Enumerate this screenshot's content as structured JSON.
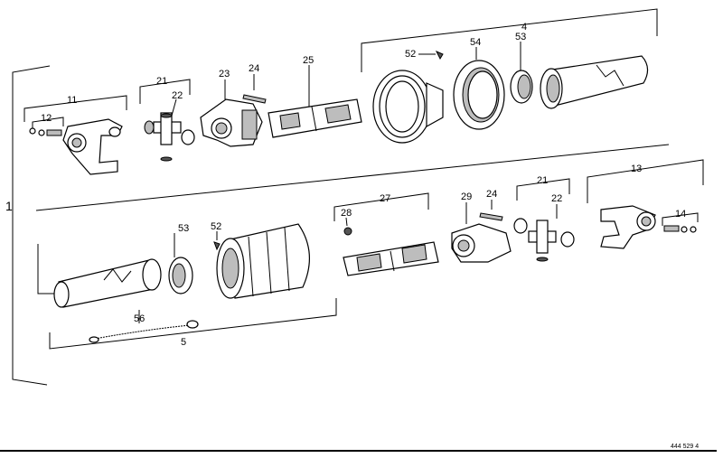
{
  "diagram": {
    "title_ref": "444 529 4",
    "callouts": {
      "c1": "1",
      "c4": "4",
      "c52a": "52",
      "c54": "54",
      "c53a": "53",
      "c11": "11",
      "c12": "12",
      "c21a": "21",
      "c22a": "22",
      "c23": "23",
      "c24a": "24",
      "c25": "25",
      "c13": "13",
      "c14": "14",
      "c27": "27",
      "c28": "28",
      "c29": "29",
      "c24b": "24",
      "c21b": "21",
      "c22b": "22",
      "c53b": "53",
      "c52b": "52",
      "c56": "56",
      "c5": "5"
    }
  }
}
